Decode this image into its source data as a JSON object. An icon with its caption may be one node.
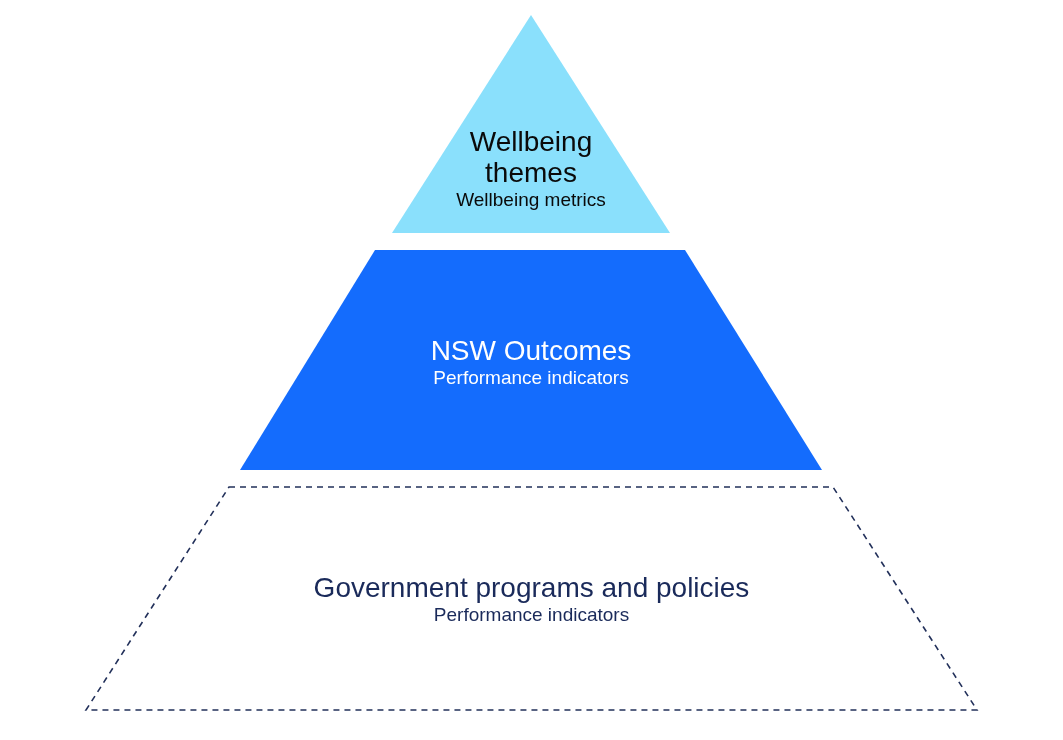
{
  "diagram": {
    "nodes": [
      {
        "text": [
          "Wellbeing themes",
          "Wellbeing metrics"
        ]
      },
      {
        "text": [
          "NSW Outcomes",
          "Performance indicators"
        ]
      },
      {
        "text": [
          "Government programs and policies",
          "Performance indicators"
        ]
      }
    ]
  }
}
